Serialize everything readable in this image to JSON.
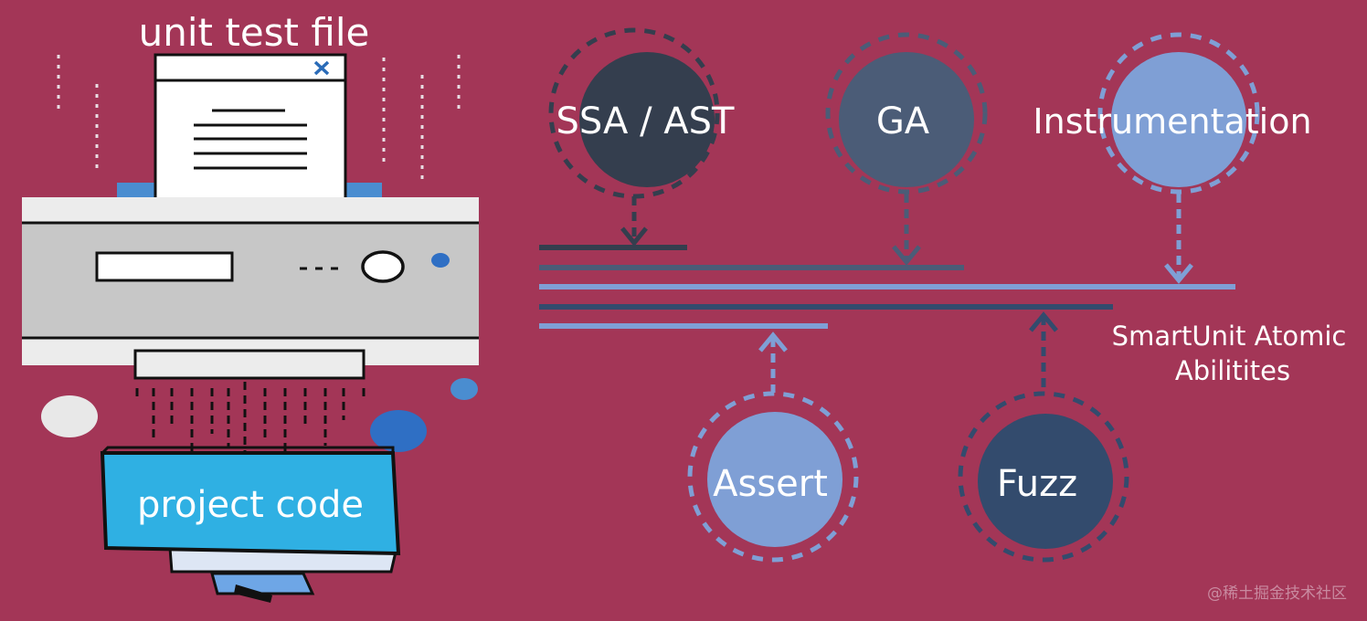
{
  "printer": {
    "paper_title": "unit test file",
    "ribbon_label": "project code"
  },
  "nodes": {
    "ssa_ast": "SSA / AST",
    "ga": "GA",
    "instrumentation": "Instrumentation",
    "assert": "Assert",
    "fuzz": "Fuzz"
  },
  "caption": {
    "line1": "SmartUnit Atomic",
    "line2": "Abilitites"
  },
  "watermark": "@稀土掘金技术社区",
  "icons": {
    "close": "close-icon",
    "arrow_down": "chevron-down-icon",
    "arrow_up": "chevron-up-icon"
  },
  "colors": {
    "background": "#a33657",
    "dark_slate": "#343e4e",
    "slate": "#4b5c77",
    "light_blue": "#7f9fd5",
    "navy": "#334b6d",
    "ribbon": "#2fb0e3"
  }
}
